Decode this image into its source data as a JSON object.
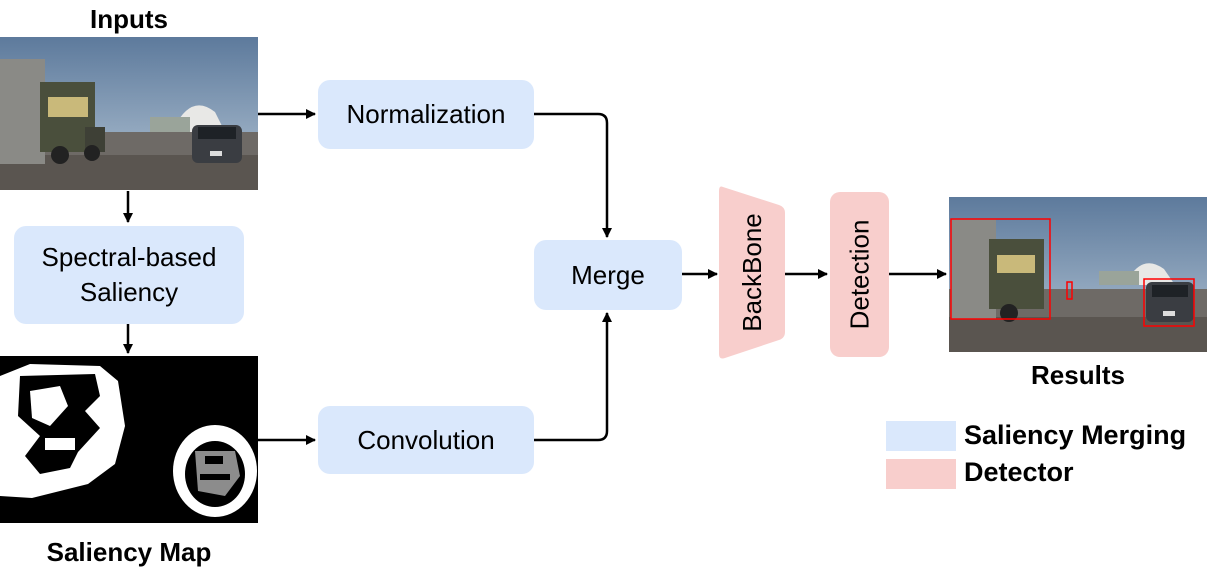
{
  "inputs_label": "Inputs",
  "saliency_map_label": "Saliency Map",
  "results_label": "Results",
  "nodes": {
    "normalization": "Normalization",
    "spectral_line1": "Spectral-based",
    "spectral_line2": "Saliency",
    "convolution": "Convolution",
    "merge": "Merge",
    "backbone": "BackBone",
    "detection": "Detection"
  },
  "legend": [
    {
      "label": "Saliency Merging",
      "color": "#dae8fc"
    },
    {
      "label": "Detector",
      "color": "#f8cecc"
    }
  ],
  "colors": {
    "blue": "#dae8fc",
    "red": "#f8cecc",
    "bbox": "#ff0000"
  }
}
